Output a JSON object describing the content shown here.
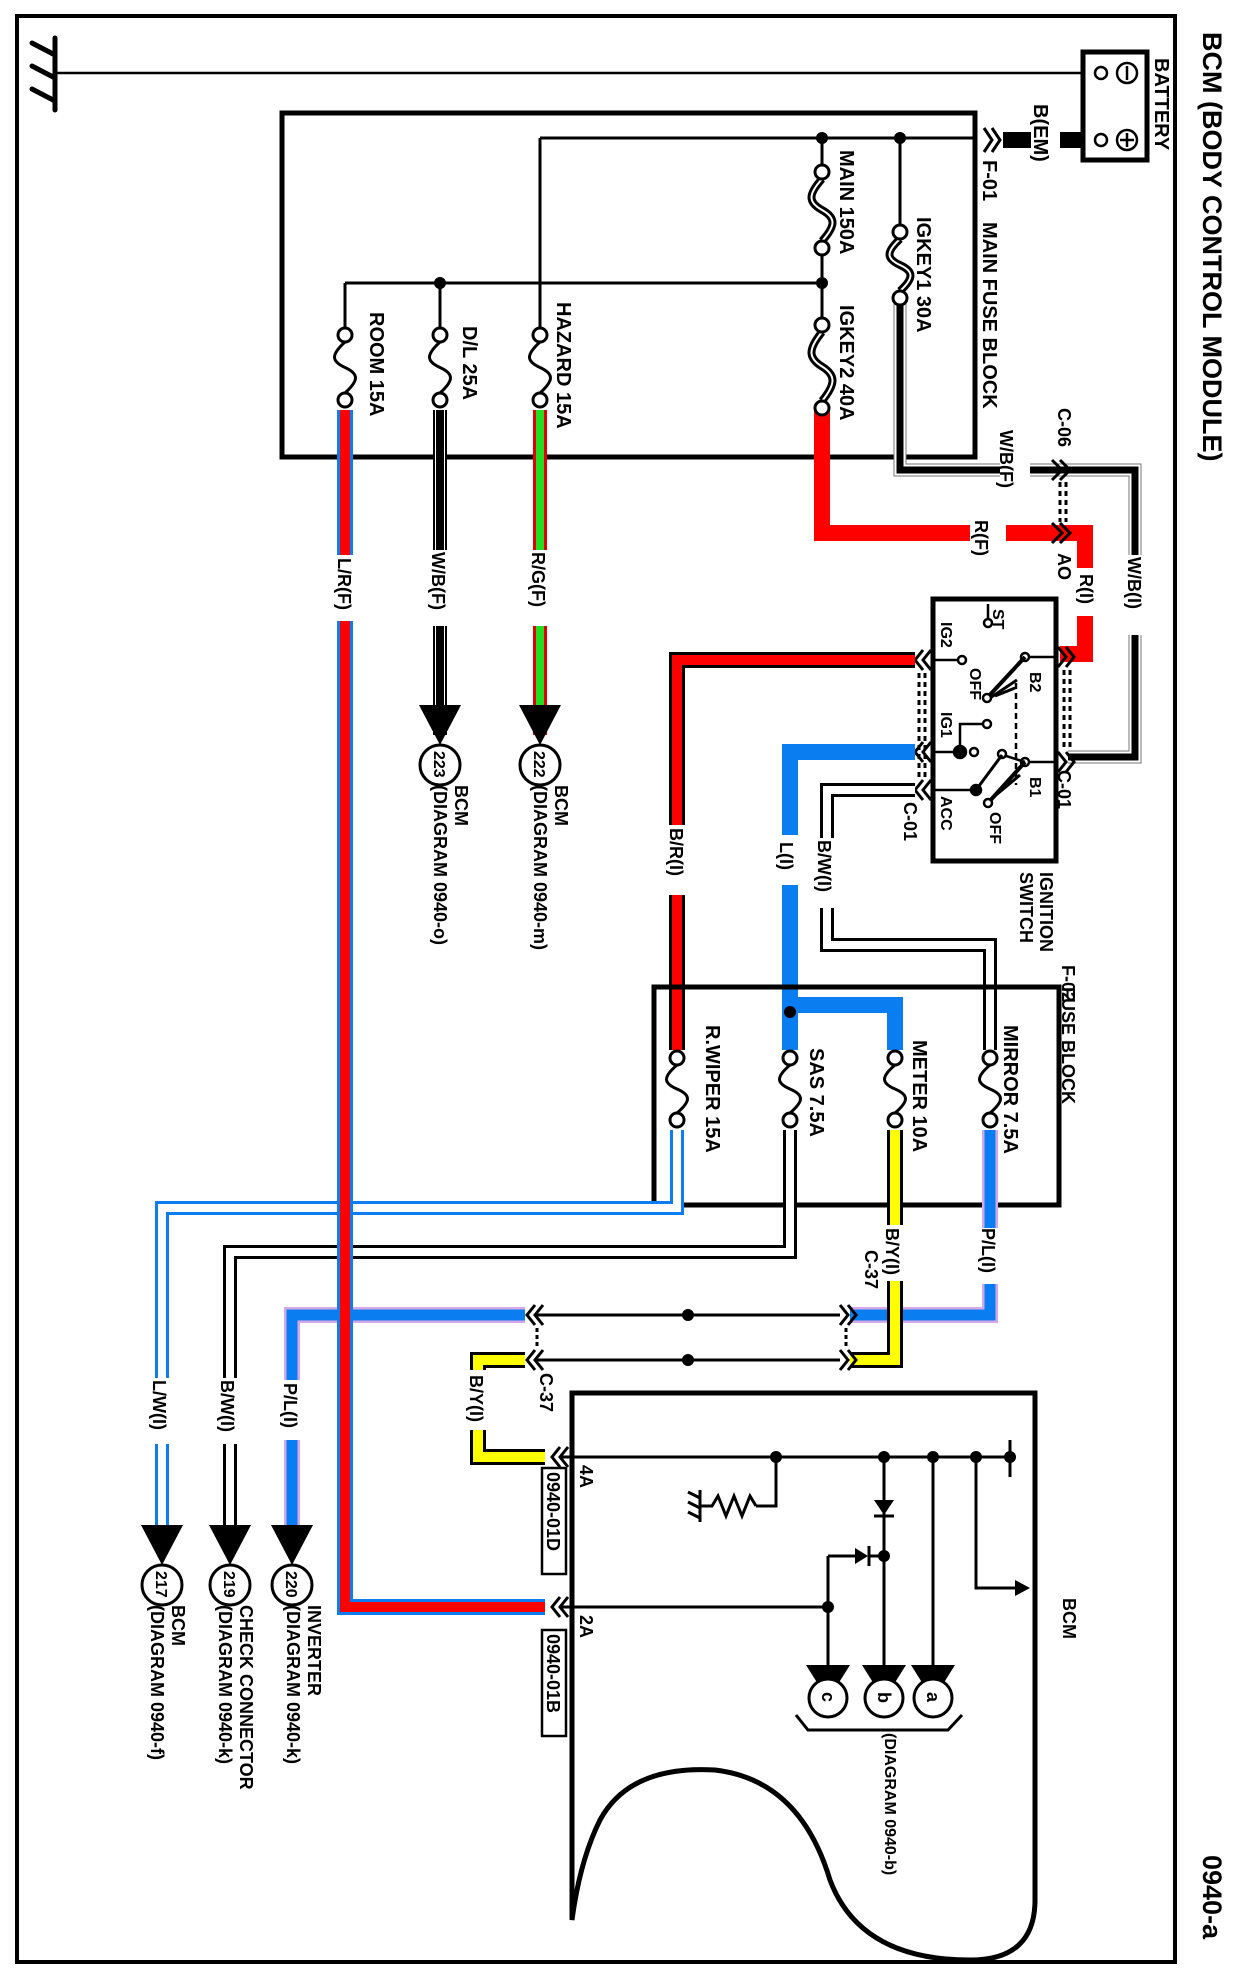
{
  "title": "BCM (BODY CONTROL MODULE)",
  "page_code": "0940-a",
  "colors": {
    "red": "#ff0000",
    "blue": "#0a7ef0",
    "green": "#22dd22",
    "yellow": "#ffff00",
    "pink": "#d6a8e8",
    "black": "#000000"
  },
  "battery": {
    "label": "BATTERY",
    "neg_symbol": "⊖",
    "pos_symbol": "⊕",
    "cable_label": "B(EM)"
  },
  "main_fuse_block": {
    "connector": "F-01",
    "label": "MAIN FUSE BLOCK",
    "fuses": [
      {
        "name": "MAIN 150A"
      },
      {
        "name": "IGKEY1 30A"
      },
      {
        "name": "IGKEY2 40A"
      },
      {
        "name": "HAZARD 15A"
      },
      {
        "name": "D/L 25A"
      },
      {
        "name": "ROOM 15A"
      }
    ]
  },
  "wires": {
    "wb_f_top": "W/B(F)",
    "c06": "C-06",
    "r_f": "R(F)",
    "ao": "AO",
    "r_i": "R(I)",
    "wb_i": "W/B(I)",
    "lr_f": "L/R(F)",
    "wb_f": "W/B(F)",
    "rg_f": "R/G(F)",
    "br_i": "B/R(I)",
    "l_i": "L(I)",
    "bw_i": "B/W(I)",
    "by_i": "B/Y(I)",
    "pl_i": "P/L(I)",
    "c37": "C-37",
    "lw_i_out": "L/W(I)",
    "bw_i_out": "B/W(I)",
    "pl_i_out": "P/L(I)",
    "by_i_bcm": "B/Y(I)"
  },
  "ignition_switch": {
    "label_line1": "IGNITION",
    "label_line2": "SWITCH",
    "connector": "C-01",
    "connector2": "C-01",
    "terminals": [
      "ST",
      "IG2",
      "OFF",
      "B2",
      "IG1",
      "B1",
      "ACC",
      "OFF"
    ]
  },
  "fuse_block_f02": {
    "connector": "F-02",
    "label": "FUSE BLOCK",
    "fuses": [
      {
        "name": "MIRROR 7.5A"
      },
      {
        "name": "METER 10A"
      },
      {
        "name": "SAS 7.5A"
      },
      {
        "name": "R.WIPER 15A"
      }
    ]
  },
  "bcm": {
    "label": "BCM",
    "pins": [
      {
        "pin": "4A",
        "connector": "0940-01D"
      },
      {
        "pin": "2A",
        "connector": "0940-01B"
      }
    ],
    "outputs": [
      "a",
      "b",
      "c"
    ],
    "outputs_ref": "(DIAGRAM 0940-b)"
  },
  "references": [
    {
      "num": "223",
      "line1": "BCM",
      "line2": "(DIAGRAM 0940-o)"
    },
    {
      "num": "222",
      "line1": "BCM",
      "line2": "(DIAGRAM 0940-m)"
    },
    {
      "num": "220",
      "line1": "INVERTER",
      "line2": "(DIAGRAM 0940-k)"
    },
    {
      "num": "219",
      "line1": "CHECK CONNECTOR",
      "line2": "(DIAGRAM 0940-k)"
    },
    {
      "num": "217",
      "line1": "BCM",
      "line2": "(DIAGRAM 0940-f)"
    }
  ]
}
